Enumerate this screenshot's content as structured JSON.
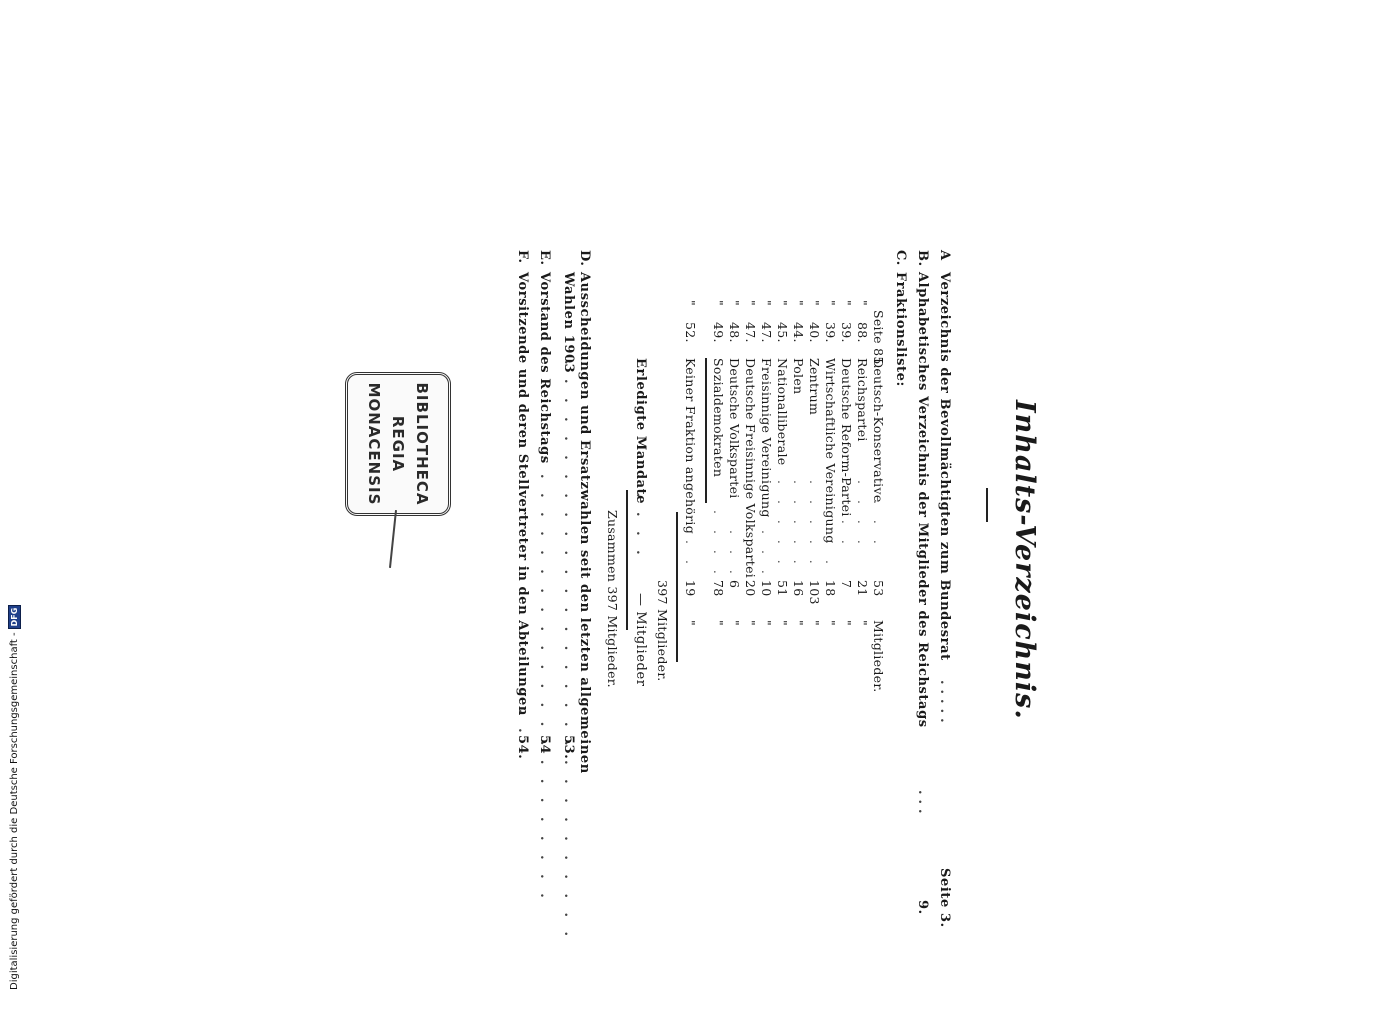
{
  "document": {
    "title": "Inhalts-Verzeichnis.",
    "sections": [
      {
        "letter": "A",
        "text": "Verzeichnis der Bevollmächtigten zum Bundesrat",
        "page": "Seite 3."
      },
      {
        "letter": "B.",
        "text": "Alphabetisches Verzeichnis der Mitglieder des Reichstags",
        "page": "9."
      },
      {
        "letter": "C.",
        "text": "Fraktionsliste:",
        "page": ""
      }
    ],
    "fraktionen": [
      {
        "mark": "",
        "seite": "Seite 85.",
        "party": "Deutsch-Konservative",
        "count": "53",
        "unit": "Mitglieder."
      },
      {
        "mark": "\"",
        "seite": "88.",
        "party": "Reichspartei",
        "count": "21",
        "unit": "\""
      },
      {
        "mark": "\"",
        "seite": "39.",
        "party": "Deutsche Reform-Partei",
        "count": "7",
        "unit": "\""
      },
      {
        "mark": "\"",
        "seite": "39.",
        "party": "Wirtschaftliche Vereinigung",
        "count": "18",
        "unit": "\""
      },
      {
        "mark": "\"",
        "seite": "40.",
        "party": "Zentrum",
        "count": "103",
        "unit": "\""
      },
      {
        "mark": "\"",
        "seite": "44.",
        "party": "Polen",
        "count": "16",
        "unit": "\""
      },
      {
        "mark": "\"",
        "seite": "45.",
        "party": "Nationalliberale",
        "count": "51",
        "unit": "\""
      },
      {
        "mark": "\"",
        "seite": "47.",
        "party": "Freisinnige Vereinigung",
        "count": "10",
        "unit": "\""
      },
      {
        "mark": "\"",
        "seite": "47.",
        "party": "Deutsche Freisinnige Volkspartei",
        "count": "20",
        "unit": "\""
      },
      {
        "mark": "\"",
        "seite": "48.",
        "party": "Deutsche Volkspartei",
        "count": "6",
        "unit": "\""
      },
      {
        "mark": "\"",
        "seite": "49.",
        "party": "Sozialdemokraten",
        "count": "78",
        "unit": "\""
      },
      {
        "mark": "\"",
        "seite": "52.",
        "party": "Keiner Fraktion angehörig",
        "count": "19",
        "unit": "\""
      }
    ],
    "subtotal": "397 Mitglieder.",
    "erledigte_label": "Erledigte Mandate",
    "erledigte_value": "— Mitglieder",
    "zusammen": "Zusammen 397 Mitglieder.",
    "sections_after": [
      {
        "letter": "D.",
        "text": "Ausscheidungen und Ersatzwahlen seit den letzten allgemeinen",
        "text2": "Wahlen 1903",
        "page": "53."
      },
      {
        "letter": "E.",
        "text": "Vorstand des Reichstags",
        "text2": "",
        "page": "54"
      },
      {
        "letter": "F.",
        "text": "Vorsitzende und deren Stellvertreter in den Abteilungen",
        "text2": "",
        "page": "54."
      }
    ],
    "stamp": [
      "BIBLIOTHECA",
      "REGIA",
      "MONACENSIS"
    ]
  },
  "credit": {
    "text": "Digitalisierung gefördert durch die Deutsche Forschungsgemeinschaft -",
    "logo": "DFG"
  }
}
